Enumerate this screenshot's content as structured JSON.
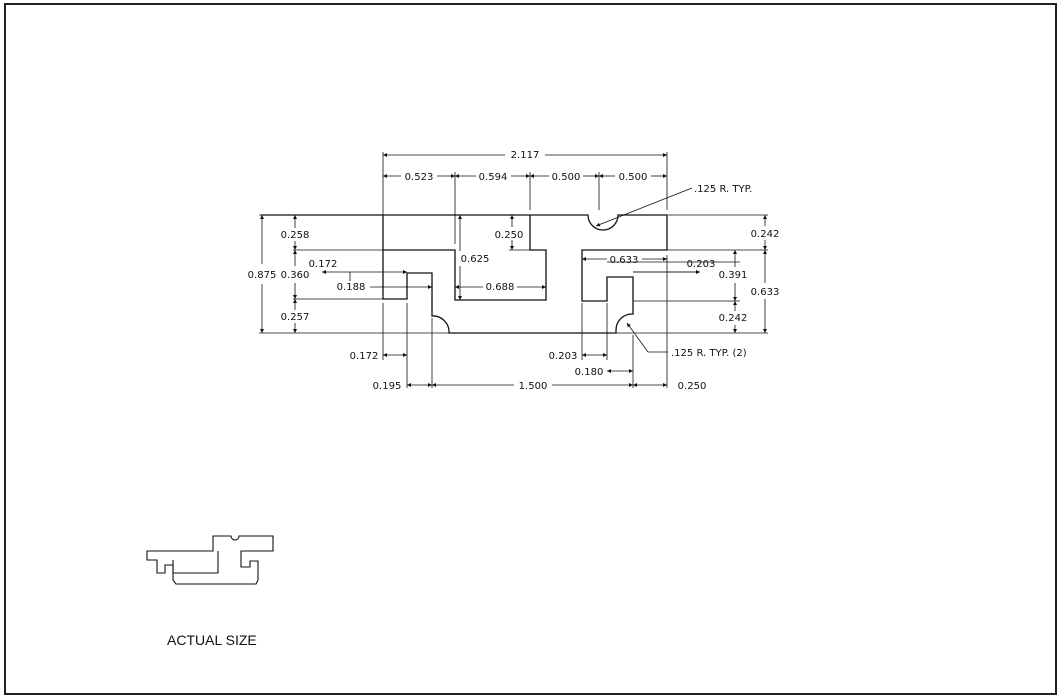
{
  "drawing": {
    "caption": "ACTUAL SIZE",
    "notes": {
      "radius_top": ".125 R. TYP.",
      "radius_bottom": ".125 R. TYP. (2)"
    },
    "dims": {
      "overall_width": "2.117",
      "d0523": "0.523",
      "d0594": "0.594",
      "d0500a": "0.500",
      "d0500b": "0.500",
      "d0258": "0.258",
      "d0250": "0.250",
      "d0625": "0.625",
      "d0172a": "0.172",
      "d0875": "0.875",
      "d0360": "0.360",
      "d0188": "0.188",
      "d0688": "0.688",
      "d0257": "0.257",
      "d0633a": "0.633",
      "d0203a": "0.203",
      "d0391": "0.391",
      "d0242a": "0.242",
      "d0633b": "0.633",
      "d0242b": "0.242",
      "d0172b": "0.172",
      "d0203b": "0.203",
      "d0180": "0.180",
      "d0195": "0.195",
      "d1500": "1.500",
      "d0250b": "0.250"
    }
  }
}
